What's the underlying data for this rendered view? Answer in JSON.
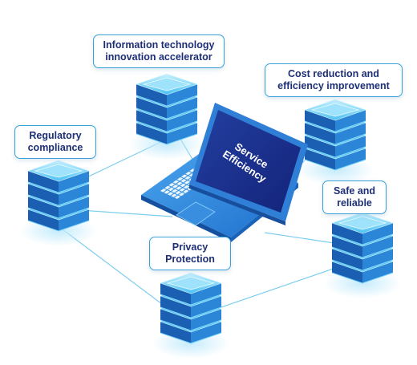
{
  "screen_text": {
    "line1": "Service",
    "line2": "Efficiency"
  },
  "labels": {
    "info_tech": "Information technology\ninnovation accelerator",
    "cost": "Cost reduction and\nefficiency improvement",
    "regulatory": "Regulatory\ncompliance",
    "safe": "Safe and\nreliable",
    "privacy": "Privacy\nProtection"
  },
  "colors": {
    "server_light": "#9fe2fb",
    "server_mid": "#3fb6ef",
    "server_dark": "#1a6fc2",
    "laptop_body": "#2f7fd6",
    "screen": "#1a2f86",
    "connector_line": "#7ccdf0",
    "label_text": "#1d2f77"
  }
}
